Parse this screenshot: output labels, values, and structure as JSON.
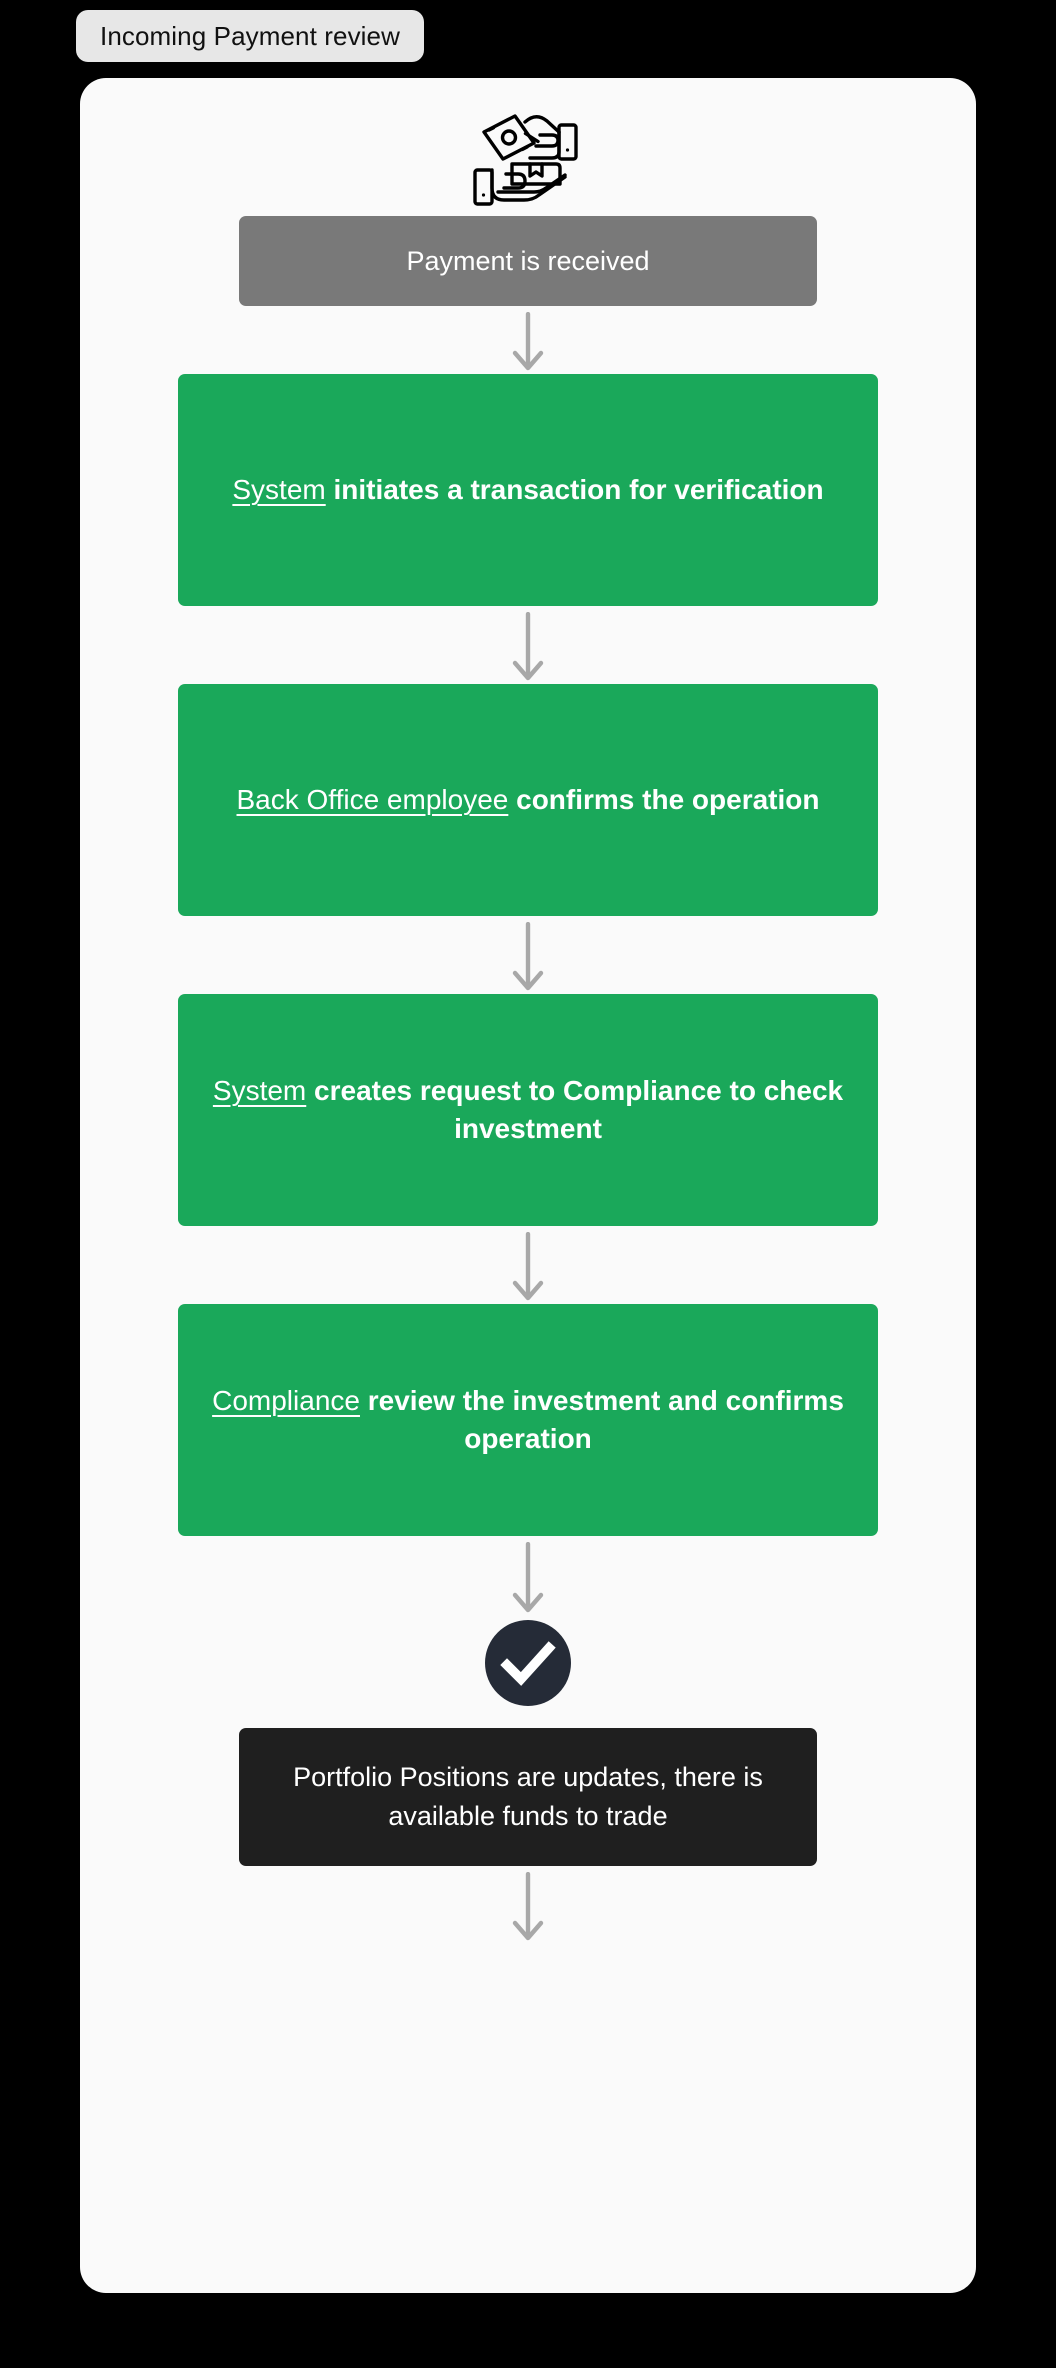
{
  "title": {
    "label": "Incoming Payment review"
  },
  "colors": {
    "page_background": "#000000",
    "card_background": "#fafafa",
    "title_pill_background": "#e7e7e7",
    "grey_node": "#797979",
    "green_node": "#1aa85a",
    "dark_node": "#1f1f1f",
    "check_badge": "#252b37",
    "arrow": "#a8a8a8",
    "node_text": "#ffffff"
  },
  "icons": {
    "payment_received": "cash-in-hand-package-delivery-icon",
    "success": "check-circle-icon",
    "arrow": "arrow-down-icon"
  },
  "flow": {
    "start_icon_name": "payment-received-icon",
    "nodes": [
      {
        "id": "payment-received",
        "kind": "grey",
        "text": "Payment is received"
      },
      {
        "id": "system-initiates-transaction",
        "kind": "green",
        "actor": "System",
        "action": "initiates a transaction for verification",
        "text": "System initiates a transaction for verification"
      },
      {
        "id": "back-office-confirms",
        "kind": "green",
        "actor": "Back Office employee",
        "action": "confirms the operation",
        "text": "Back Office employee confirms the operation"
      },
      {
        "id": "system-creates-compliance-request",
        "kind": "green",
        "actor": "System",
        "action": "creates request to Compliance to check investment",
        "text": "System creates request to Compliance to check investment"
      },
      {
        "id": "compliance-reviews",
        "kind": "green",
        "actor": "Compliance",
        "action": "review the investment and confirms operation",
        "text": "Compliance review the investment and confirms operation"
      },
      {
        "id": "success-check",
        "kind": "check",
        "text": ""
      },
      {
        "id": "portfolio-updated",
        "kind": "dark",
        "text": "Portfolio Positions are updates, there is available funds to trade"
      }
    ]
  }
}
